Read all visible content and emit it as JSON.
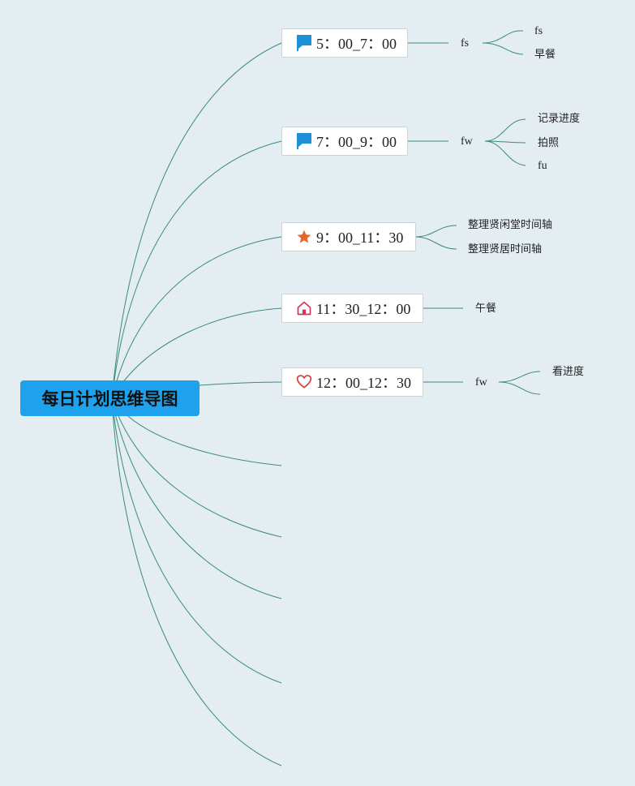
{
  "root": {
    "title": "每日计划思维导图"
  },
  "topics": [
    {
      "label": "5：00_7：00",
      "icon": "flag-icon",
      "icon_color": "#1e90d6"
    },
    {
      "label": "7：00_9：00",
      "icon": "flag-icon",
      "icon_color": "#1e90d6"
    },
    {
      "label": "9：00_11：30",
      "icon": "star-icon",
      "icon_color": "#e8642c"
    },
    {
      "label": "11：30_12：00",
      "icon": "house-icon",
      "icon_color": "#d6335a"
    },
    {
      "label": "12：00_12：30",
      "icon": "heart-icon",
      "icon_color": "#d63a3a"
    }
  ],
  "subtopics": {
    "t1_sub": "fs",
    "t1_leaves": [
      "fs",
      "早餐"
    ],
    "t2_sub": "fw",
    "t2_leaves": [
      "记录进度",
      "拍照",
      "fu"
    ],
    "t3_leaves": [
      "整理贤闲堂时间轴",
      "整理贤居时间轴"
    ],
    "t4_sub": "午餐",
    "t5_sub": "fw",
    "t5_leaves": [
      "看进度"
    ]
  },
  "colors": {
    "background": "#e3edf2",
    "central": "#1fa2ee",
    "link": "#3b8c7a"
  }
}
